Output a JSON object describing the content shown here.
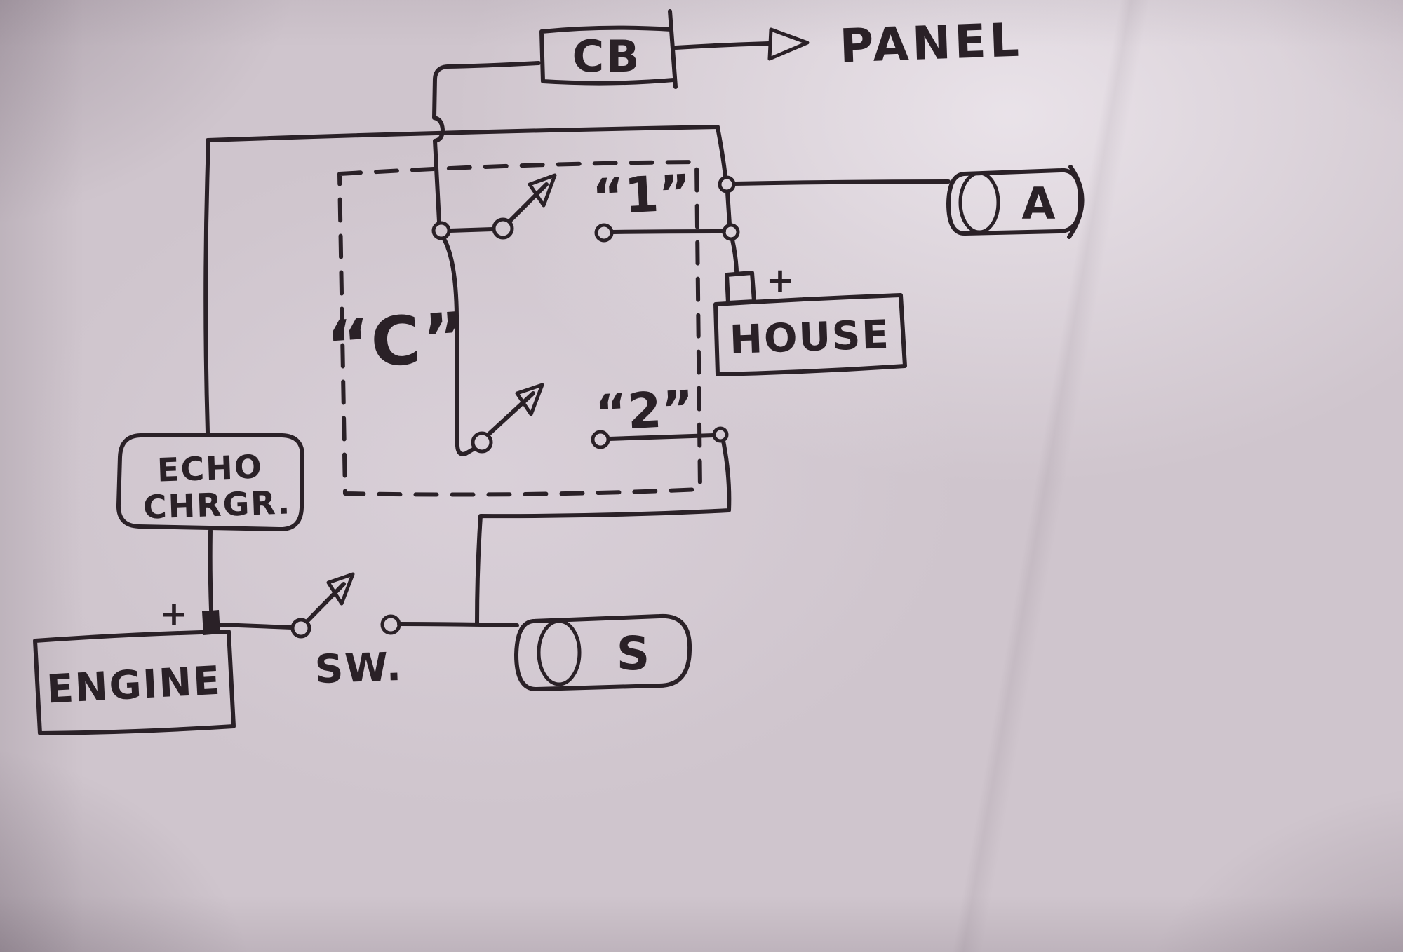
{
  "colors": {
    "ink": "#2a2127",
    "paper": "#cfc5cd"
  },
  "diagram": {
    "description": "Hand-drawn marine battery wiring sketch",
    "components": {
      "cb": {
        "label": "CB"
      },
      "panel": {
        "label": "PANEL"
      },
      "selector": {
        "label": "“C”",
        "position_1": "“1”",
        "position_2": "“2”"
      },
      "house": {
        "label": "HOUSE",
        "polarity": "+"
      },
      "battery_a": {
        "label": "A"
      },
      "battery_s": {
        "label": "S"
      },
      "echo_charger": {
        "label_line1": "ECHO",
        "label_line2": "CHRGR."
      },
      "engine": {
        "label": "ENGINE",
        "polarity": "+"
      },
      "switch": {
        "label": "SW."
      }
    }
  }
}
